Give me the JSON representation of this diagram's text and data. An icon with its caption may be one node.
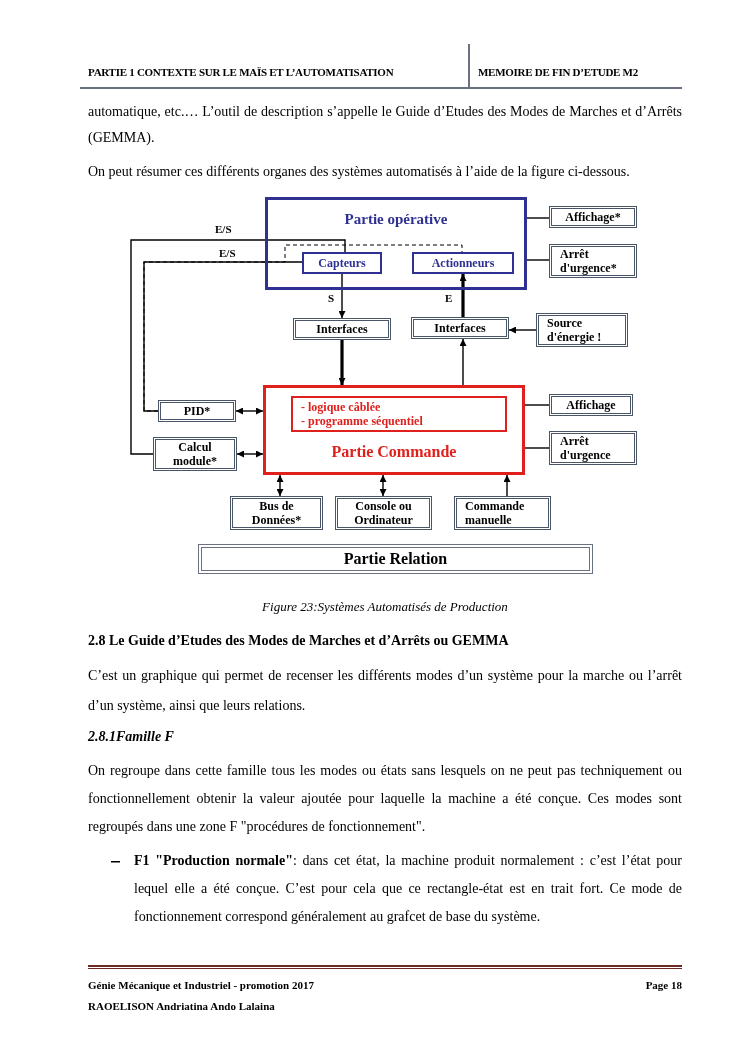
{
  "diagram": {
    "caption": "Figure 23:Systèmes Automatisés de Production",
    "nodes": [
      {
        "text": [
          "Partie opérative"
        ]
      },
      {
        "text": [
          "Capteurs"
        ],
        "in": 0
      },
      {
        "text": [
          "Actionneurs"
        ],
        "in": 0
      },
      {
        "text": [
          "Affichage*"
        ]
      },
      {
        "text": [
          "Arrêt d'urgence*"
        ]
      },
      {
        "text": [
          "Interfaces"
        ]
      },
      {
        "text": [
          "Interfaces"
        ]
      },
      {
        "text": [
          "Source d'énergie !"
        ]
      },
      {
        "text": [
          "Partie Commande"
        ]
      },
      {
        "text": [
          "- logique câblée",
          "- programme séquentiel"
        ],
        "in": 8
      },
      {
        "text": [
          "PID*"
        ]
      },
      {
        "text": [
          "Calcul module*"
        ]
      },
      {
        "text": [
          "Affichage"
        ]
      },
      {
        "text": [
          "Arrêt d'urgence"
        ]
      },
      {
        "text": [
          "Bus de Données*"
        ]
      },
      {
        "text": [
          "Console ou Ordinateur"
        ]
      },
      {
        "text": [
          "Commande manuelle"
        ]
      },
      {
        "text": [
          "Partie Relation"
        ]
      }
    ],
    "edges": [
      {
        "from": 1,
        "to": 5,
        "arrow": "to",
        "label": "S"
      },
      {
        "from": 6,
        "to": 2,
        "arrow": "to",
        "label": "E",
        "style": "thick"
      },
      {
        "from": 7,
        "to": 6,
        "arrow": "to"
      },
      {
        "from": 5,
        "to": 8,
        "arrow": "to",
        "style": "thick"
      },
      {
        "from": 8,
        "to": 6,
        "arrow": "to"
      },
      {
        "from": 0,
        "to": 3,
        "arrow": "none"
      },
      {
        "from": 0,
        "to": 4,
        "arrow": "none"
      },
      {
        "from": 8,
        "to": 12,
        "arrow": "none"
      },
      {
        "from": 8,
        "to": 13,
        "arrow": "none"
      },
      {
        "from": 10,
        "to": 8,
        "arrow": "both"
      },
      {
        "from": 11,
        "to": 8,
        "arrow": "both"
      },
      {
        "from": 14,
        "to": 8,
        "arrow": "both"
      },
      {
        "from": 15,
        "to": 8,
        "arrow": "both"
      },
      {
        "from": 16,
        "to": 8,
        "arrow": "to"
      },
      {
        "from": 11,
        "to": 1,
        "arrow": "none",
        "label": "E/S"
      },
      {
        "from": 10,
        "to": 1,
        "arrow": "none",
        "label": "E/S"
      },
      {
        "from": 10,
        "to": 2,
        "arrow": "none",
        "style": "dashed"
      }
    ],
    "labels": [
      "PARTIE 1 CONTEXTE SUR LE MAÏS ET L’AUTOMATISATION",
      "MEMOIRE DE FIN D’ETUDE M2",
      "automatique, etc.… L’outil de description s’appelle le Guide d’Etudes des Modes de Marches et d’Arrêts (GEMMA).",
      "On peut résumer ces différents organes des systèmes automatisés à l’aide de la figure ci-dessous.",
      "2.8 Le Guide d’Etudes des Modes de Marches et d’Arrêts ou GEMMA",
      "C’est un graphique qui permet de recenser les différents modes d’un système pour la marche ou l’arrêt d’un système, ainsi que leurs relations.",
      "2.8.1Famille F",
      "On regroupe dans cette famille tous les modes ou états sans lesquels on ne peut pas techniquement ou fonctionnellement obtenir la valeur ajoutée pour laquelle la machine a été conçue. Ces modes sont regroupés dans une zone F \"procédures de fonctionnement\".",
      "**F1 \"Production normale\"**: dans cet état, la machine produit normalement : c’est l’état pour lequel elle a été conçue. C’est pour cela que ce rectangle-état est en trait fort. Ce mode de fonctionnement correspond généralement au grafcet de base du système.",
      "Génie Mécanique et Industriel - promotion 2017",
      "Page 18",
      "RAOELISON Andriatina Ando Lalaina"
    ]
  }
}
